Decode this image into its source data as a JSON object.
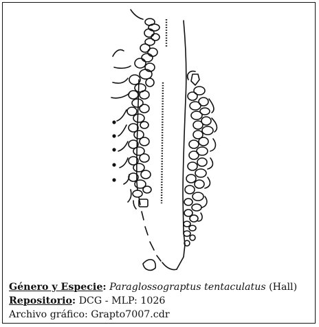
{
  "caption": {
    "genus_label": "Género y Especie",
    "species_name": "Paraglossograptus tentaculatus",
    "author": "(Hall)",
    "repository_label": "Repositorio",
    "repository_value": "DCG - MLP: 1026",
    "file_line": "Archivo gráfico: Grapto7007.cdr"
  },
  "colors": {
    "ink": "#111111",
    "background": "#ffffff"
  }
}
